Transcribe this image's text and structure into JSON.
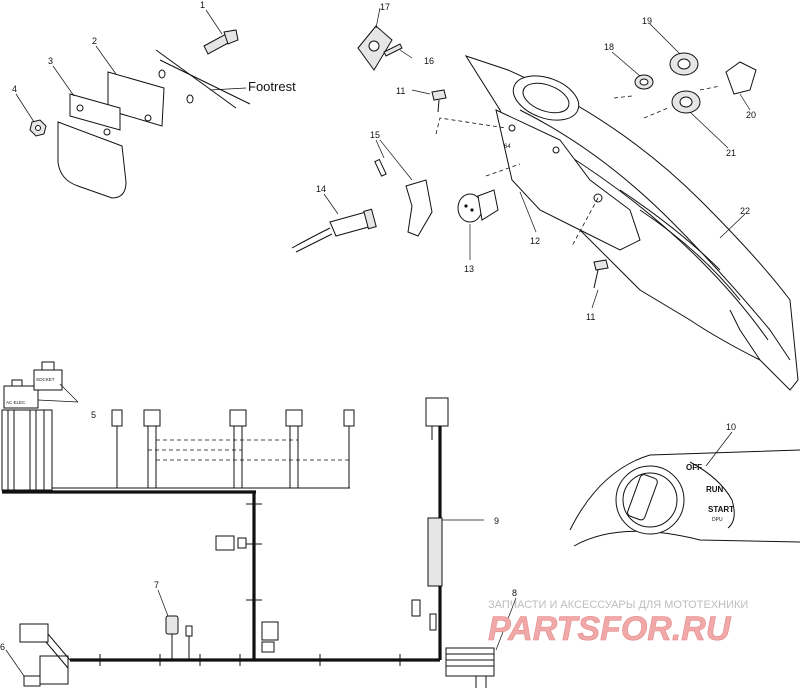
{
  "diagram": {
    "callouts": [
      "1",
      "2",
      "3",
      "4",
      "5",
      "6",
      "7",
      "8",
      "9",
      "10",
      "11",
      "11",
      "12",
      "13",
      "14",
      "15",
      "16",
      "17",
      "18",
      "19",
      "20",
      "21",
      "22"
    ],
    "footrest_label": "Footrest",
    "switch_labels": {
      "off": "OFF",
      "run": "RUN",
      "start": "START",
      "start_sub": "DPU"
    },
    "connector_labels": {
      "socket": "SOCKET",
      "ac_elec": "AC ELEC"
    },
    "watermark": {
      "tagline": "ЗАПЧАСТИ И АКСЕССУАРЫ ДЛЯ МОТОТЕХНИКИ",
      "brand": "PARTSFOR.RU"
    }
  }
}
